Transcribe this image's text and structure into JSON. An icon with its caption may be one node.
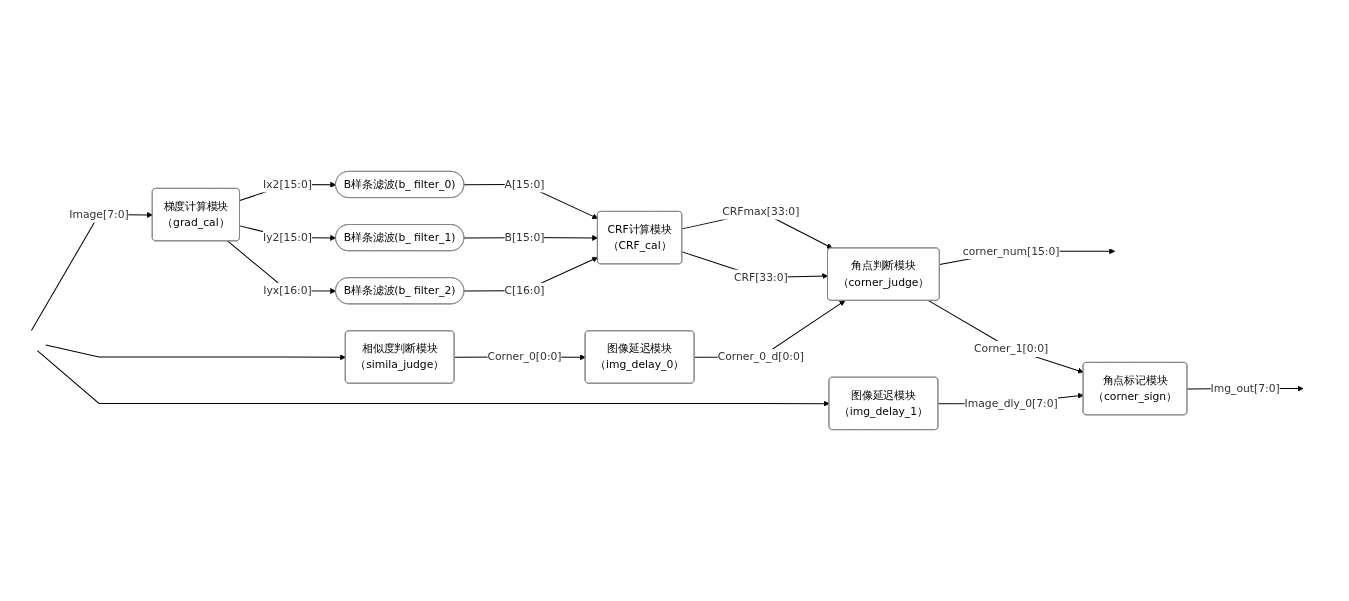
{
  "diagram": {
    "nodes": [
      {
        "text": [
          "梯度计算模块",
          "（grad_cal）"
        ]
      },
      {
        "text": [
          "B样条滤波(b_ filter_0)"
        ]
      },
      {
        "text": [
          "B样条滤波(b_ filter_1)"
        ]
      },
      {
        "text": [
          "B样条滤波(b_ filter_2)"
        ]
      },
      {
        "text": [
          "CRF计算模块",
          "（CRF_cal）"
        ]
      },
      {
        "text": [
          "相似度判断模块",
          "（simila_judge）"
        ]
      },
      {
        "text": [
          "图像延迟模块",
          "（img_delay_0）"
        ]
      },
      {
        "text": [
          "角点判断模块",
          "（corner_judge）"
        ]
      },
      {
        "text": [
          "图像延迟模块",
          "（img_delay_1）"
        ]
      },
      {
        "text": [
          "角点标记模块",
          "（corner_sign）"
        ]
      }
    ],
    "edges": [
      {
        "from": null,
        "to": 0,
        "arrow": "to",
        "label": "Image[7:0]"
      },
      {
        "from": null,
        "to": 5,
        "arrow": "to"
      },
      {
        "from": null,
        "to": 8,
        "arrow": "to"
      },
      {
        "from": 0,
        "to": 1,
        "arrow": "to",
        "label": "Ix2[15:0]"
      },
      {
        "from": 0,
        "to": 2,
        "arrow": "to",
        "label": "Iy2[15:0]"
      },
      {
        "from": 0,
        "to": 3,
        "arrow": "to",
        "label": "Iyx[16:0]"
      },
      {
        "from": 1,
        "to": 4,
        "arrow": "to",
        "label": "A[15:0]"
      },
      {
        "from": 2,
        "to": 4,
        "arrow": "to",
        "label": "B[15:0]"
      },
      {
        "from": 3,
        "to": 4,
        "arrow": "to",
        "label": "C[16:0]"
      },
      {
        "from": 4,
        "to": 7,
        "arrow": "to",
        "label": "CRFmax[33:0]"
      },
      {
        "from": 4,
        "to": 7,
        "arrow": "to",
        "label": "CRF[33:0]"
      },
      {
        "from": 5,
        "to": 6,
        "arrow": "to",
        "label": "Corner_0[0:0]"
      },
      {
        "from": 6,
        "to": 7,
        "arrow": "to",
        "label": "Corner_0_d[0:0]"
      },
      {
        "from": 7,
        "to": null,
        "arrow": "to",
        "label": "corner_num[15:0]"
      },
      {
        "from": 7,
        "to": 9,
        "arrow": "to",
        "label": "Corner_1[0:0]"
      },
      {
        "from": 8,
        "to": 9,
        "arrow": "to",
        "label": "Image_dly_0[7:0]"
      },
      {
        "from": 9,
        "to": null,
        "arrow": "to",
        "label": "Img_out[7:0]"
      }
    ]
  }
}
